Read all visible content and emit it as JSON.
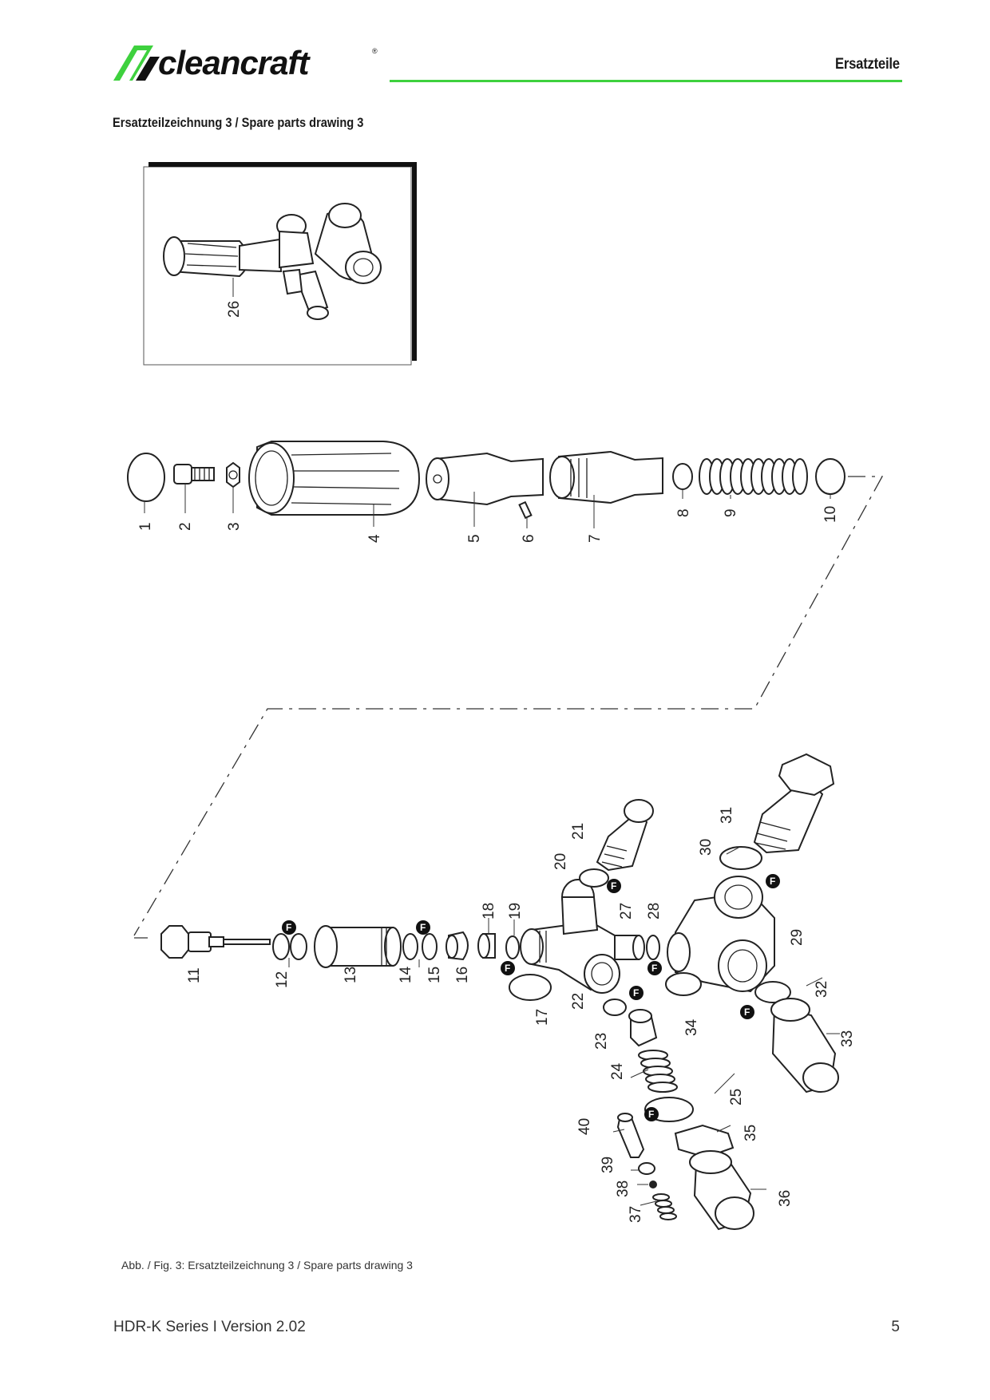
{
  "header": {
    "brand": "cleancraft",
    "registered": "®",
    "title": "Ersatzteile",
    "accent_color": "#3ed13e",
    "brand_color": "#111111"
  },
  "section_title": "Ersatzteilzeichnung 3 / Spare parts drawing 3",
  "inset": {
    "part_label": "26"
  },
  "part_numbers": {
    "row1": [
      "1",
      "2",
      "3",
      "4",
      "5",
      "6",
      "7",
      "8",
      "9",
      "10"
    ],
    "row2": [
      "11",
      "12",
      "13",
      "14",
      "15",
      "16",
      "17",
      "18",
      "19",
      "20",
      "21",
      "22",
      "23",
      "24",
      "25",
      "27",
      "28",
      "29",
      "30",
      "31",
      "32",
      "33",
      "34",
      "35",
      "36",
      "37",
      "38",
      "39",
      "40"
    ]
  },
  "f_badge": "F",
  "caption": "Abb. / Fig. 3: Ersatzteilzeichnung 3 / Spare parts drawing 3",
  "footer": {
    "series": "HDR-K Series I Version 2.02",
    "page_number": "5"
  }
}
